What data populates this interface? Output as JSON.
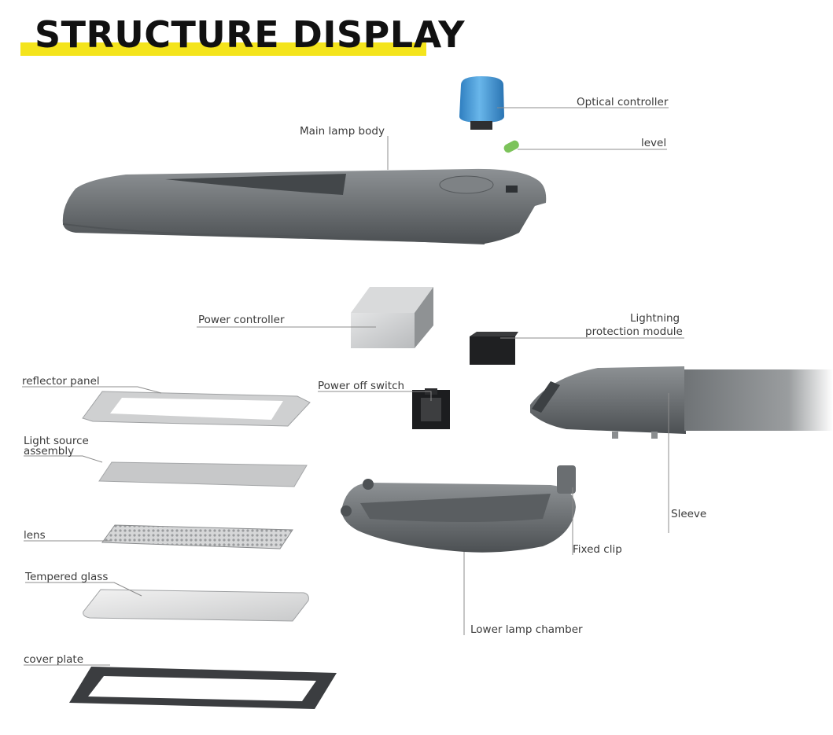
{
  "title": "STRUCTURE DISPLAY",
  "colors": {
    "highlight": "#f4e41c",
    "housing": "#6e7275",
    "controller": "#4a9fd8",
    "level": "#7cc35a"
  },
  "labels": {
    "optical_controller": "Optical controller",
    "level": "level",
    "main_lamp_body": "Main lamp body",
    "power_controller": "Power controller",
    "lightning_1": "Lightning",
    "lightning_2": "protection module",
    "reflector_panel": "reflector panel",
    "power_off_switch": "Power off switch",
    "light_source_1": "Light source",
    "light_source_2": "assembly",
    "lens": "lens",
    "tempered_glass": "Tempered glass",
    "cover_plate": "cover plate",
    "sleeve": "Sleeve",
    "fixed_clip": "Fixed clip",
    "lower_lamp_chamber": "Lower lamp chamber"
  }
}
